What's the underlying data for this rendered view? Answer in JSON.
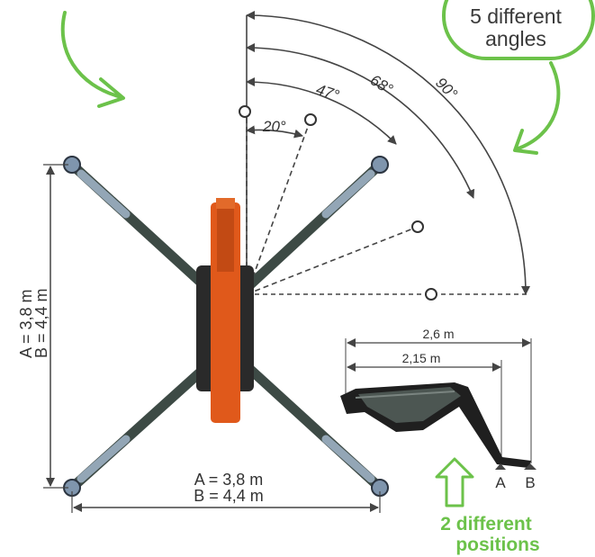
{
  "callout": {
    "angles_line1": "5 different",
    "angles_line2": "angles",
    "positions_line1": "2 different",
    "positions_line2": "positions"
  },
  "angles": {
    "a20": "20°",
    "a47": "47°",
    "a68": "68°",
    "a90": "90°"
  },
  "dimensions": {
    "vertical_a": "A = 3,8 m",
    "vertical_b": "B = 4,4 m",
    "horizontal_a": "A = 3,8 m",
    "horizontal_b": "B = 4,4 m",
    "side_outer": "2,6 m",
    "side_inner": "2,15 m",
    "pos_a": "A",
    "pos_b": "B"
  },
  "colors": {
    "green": "#6cc24a",
    "orange": "#e0591b",
    "outrigger": "#3d4a45",
    "dark": "#2a2a2a",
    "pad": "#7f95ad",
    "line": "#444444"
  }
}
